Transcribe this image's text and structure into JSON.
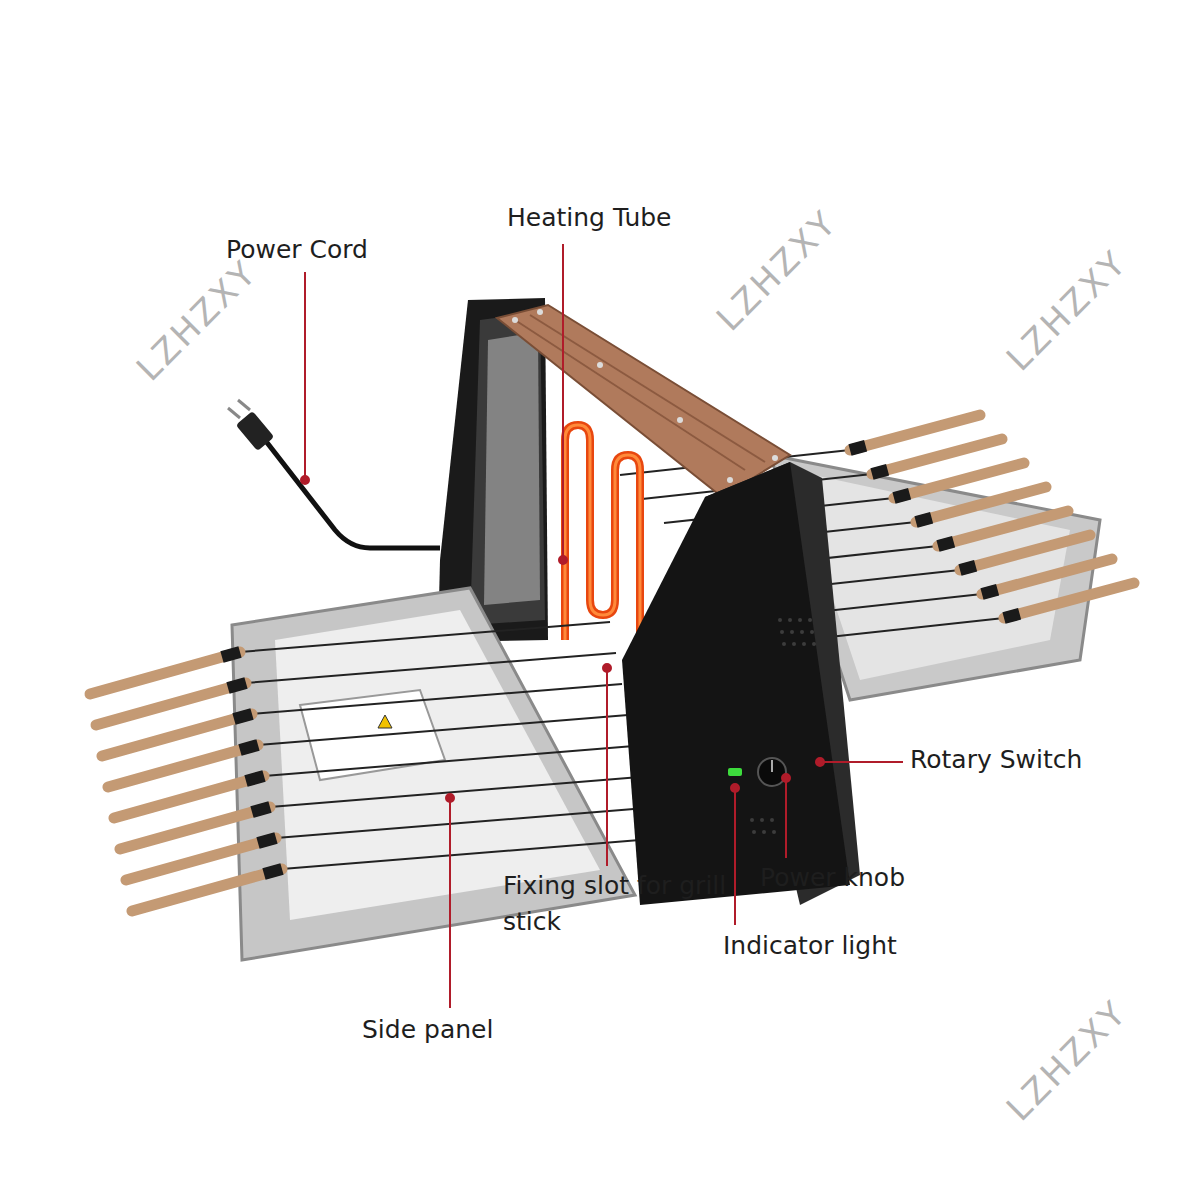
{
  "diagram": {
    "labels": [
      "Heating Tube",
      "Power Cord",
      "Rotary Switch",
      "Power knob",
      "Fixing slot for grill stick",
      "Indicator light",
      "Side panel",
      "LZHZXY",
      "LZHZXY",
      "LZHZXY",
      "LZHZXY"
    ]
  }
}
